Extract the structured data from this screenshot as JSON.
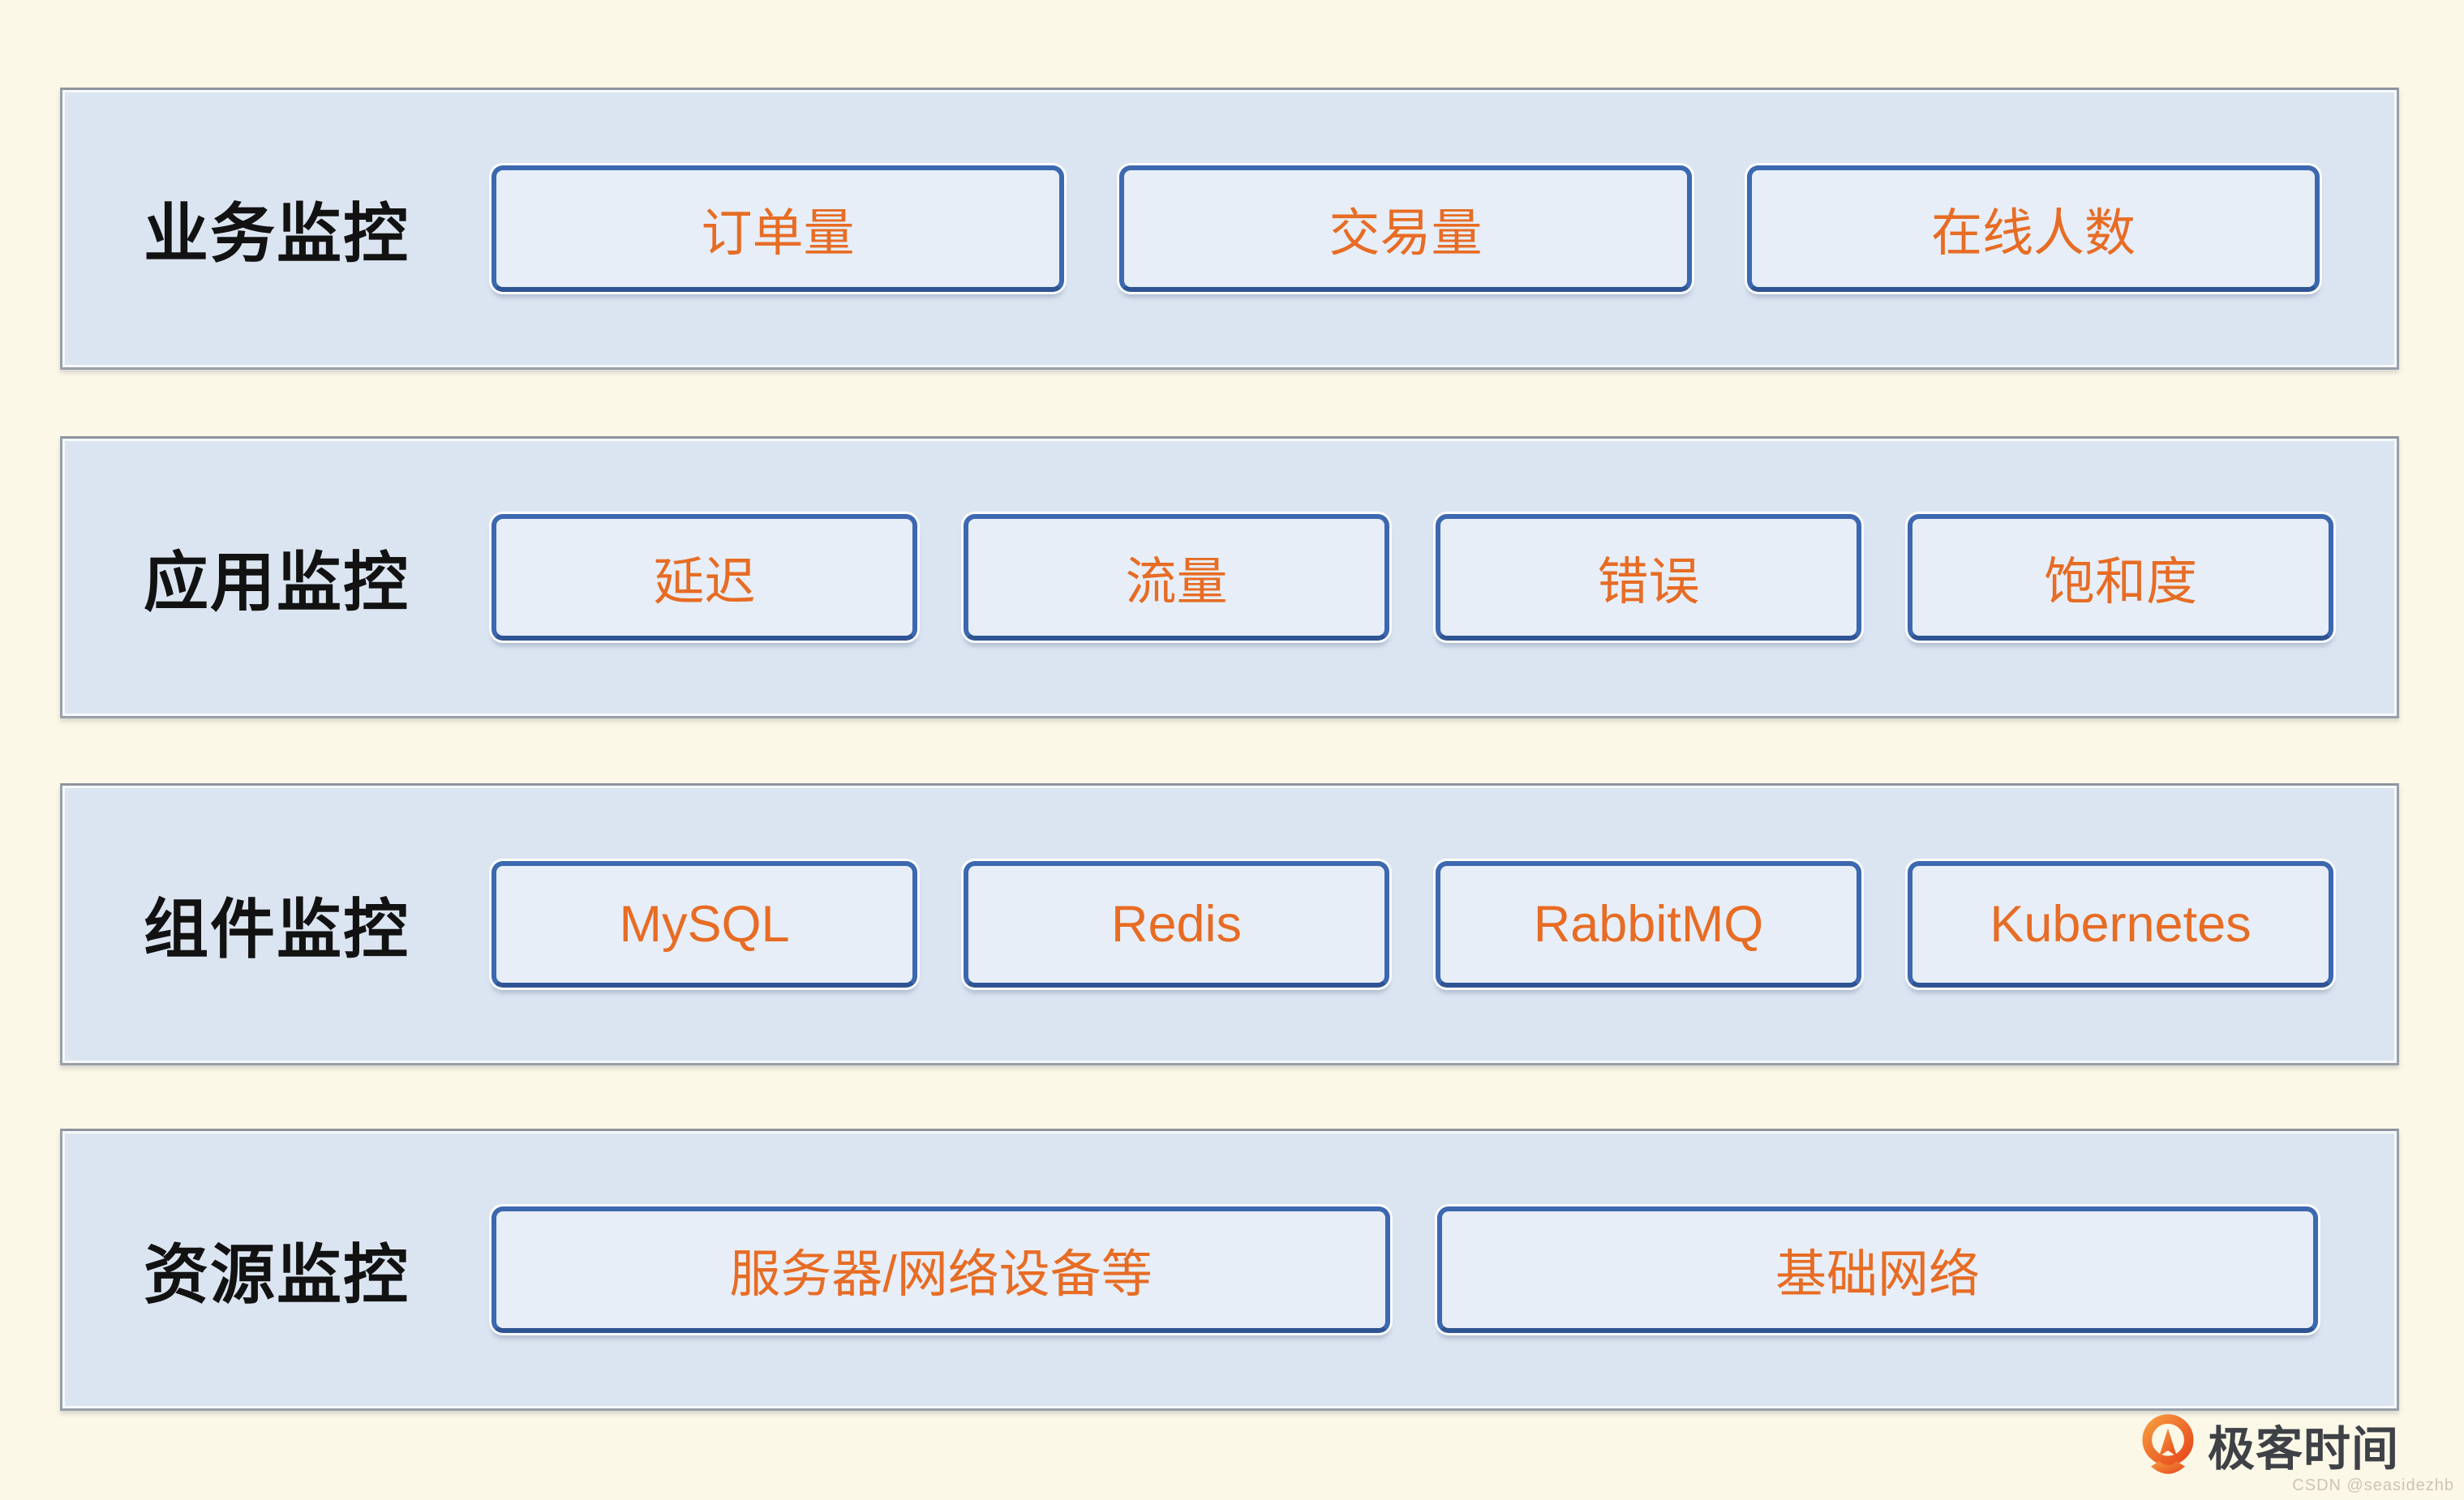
{
  "page": {
    "background": "#FCF8E8",
    "band_fill": "#DBE5F1",
    "band_border": "#99A0AA",
    "button_fill": "#E7EEF8",
    "button_border": "#3C68B0",
    "button_text_color": "#E76C24",
    "label_text_color": "#121212",
    "logo_orange": "#EE5A1E"
  },
  "rows": [
    {
      "label": "业务监控",
      "items": [
        "订单量",
        "交易量",
        "在线人数"
      ]
    },
    {
      "label": "应用监控",
      "items": [
        "延迟",
        "流量",
        "错误",
        "饱和度"
      ]
    },
    {
      "label": "组件监控",
      "items": [
        "MySQL",
        "Redis",
        "RabbitMQ",
        "Kubernetes"
      ]
    },
    {
      "label": "资源监控",
      "items": [
        "服务器/网络设备等",
        "基础网络"
      ]
    }
  ],
  "footer": {
    "logo_text": "极客时间",
    "logo_icon": "geektime-pin-icon",
    "watermark": "CSDN @seasidezhb"
  }
}
